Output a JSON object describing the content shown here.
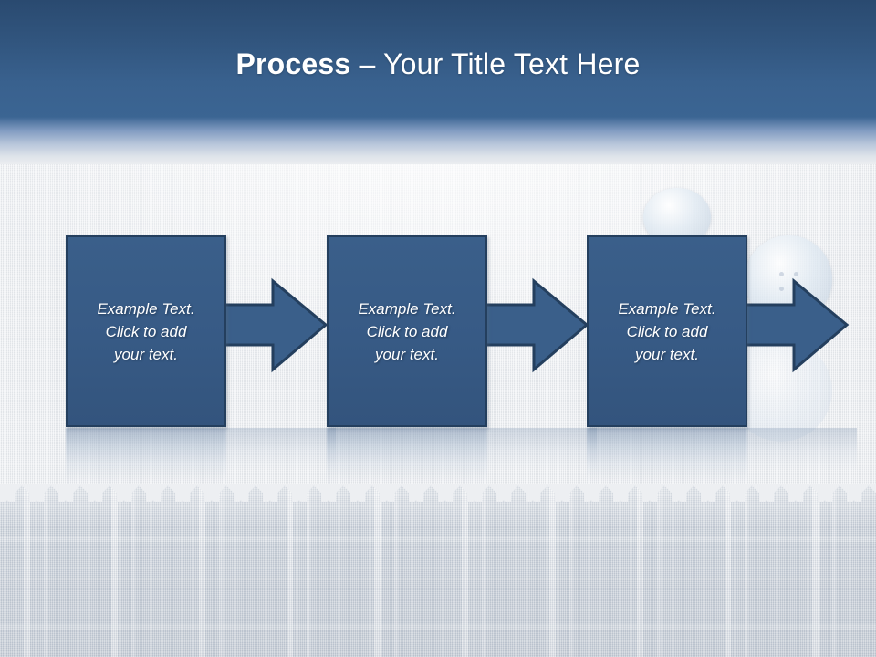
{
  "slide": {
    "title": {
      "bold_part": "Process",
      "rest_part": " – Your Title Text Here",
      "full": "Process – Your Title Text Here"
    },
    "theme": {
      "header_blue_top": "#2a4a70",
      "header_blue_bottom": "#3b6593",
      "shape_fill": "#375a85",
      "shape_border": "#243f5e",
      "background_light": "#edeff2",
      "fabric_base": "#c7ced7",
      "text_color": "#ffffff"
    },
    "process": {
      "steps": [
        {
          "id": "step-1",
          "text": "Example Text.\nClick  to add\nyour text."
        },
        {
          "id": "step-2",
          "text": "Example Text.\nClick  to add\nyour text."
        },
        {
          "id": "step-3",
          "text": "Example Text.\nClick  to add\nyour text."
        }
      ],
      "connectors": [
        {
          "id": "arrow-1",
          "direction": "right"
        },
        {
          "id": "arrow-2",
          "direction": "right"
        },
        {
          "id": "arrow-3",
          "direction": "right"
        }
      ]
    },
    "decorations": {
      "buttons": [
        "shirt-button-top",
        "shirt-button-middle",
        "shirt-button-bottom"
      ],
      "fabric_edge": "pinked-sawtooth"
    }
  }
}
